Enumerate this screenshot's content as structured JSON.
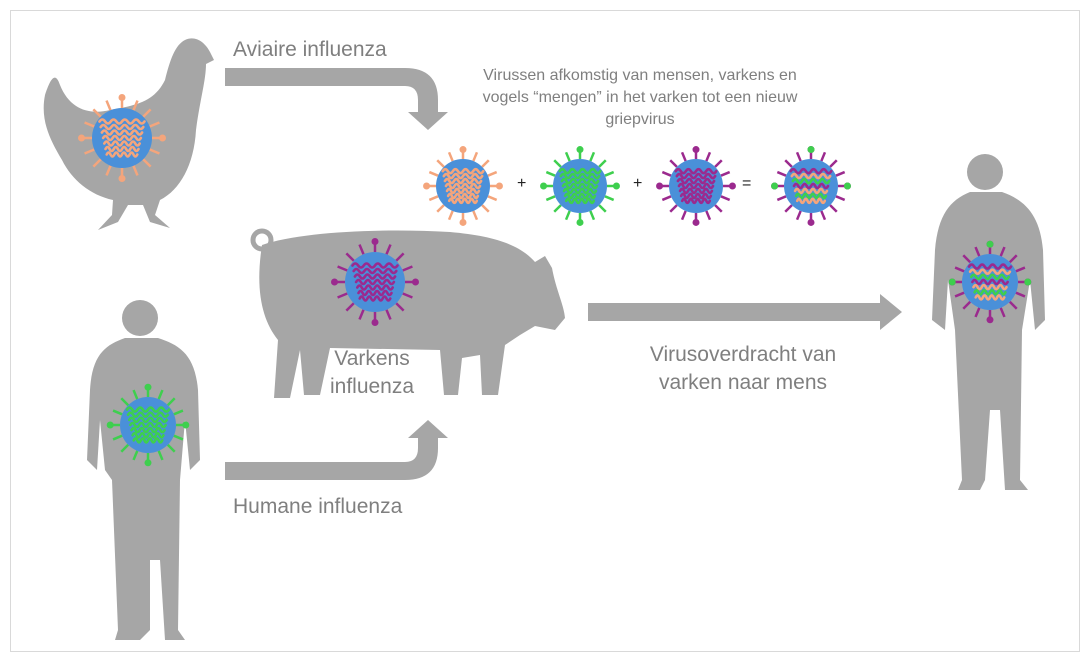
{
  "labels": {
    "avian": "Aviaire influenza",
    "swine_1": "Varkens",
    "swine_2": "influenza",
    "human": "Humane influenza",
    "transfer_1": "Virusoverdracht van",
    "transfer_2": "varken naar mens",
    "mix_1": "Virussen afkomstig van mensen, varkens en",
    "mix_2": "vogels “mengen” in het varken tot een nieuw",
    "mix_3": "griepvirus"
  },
  "equation": {
    "plus": "+",
    "equals": "="
  },
  "colors": {
    "silhouette": "#a6a6a6",
    "arrow": "#a6a6a6",
    "virus_body": "#4a90d9",
    "avian": "#f4a57c",
    "human": "#3ecf4e",
    "swine": "#9b2a8e",
    "text": "#7f7f7f"
  }
}
